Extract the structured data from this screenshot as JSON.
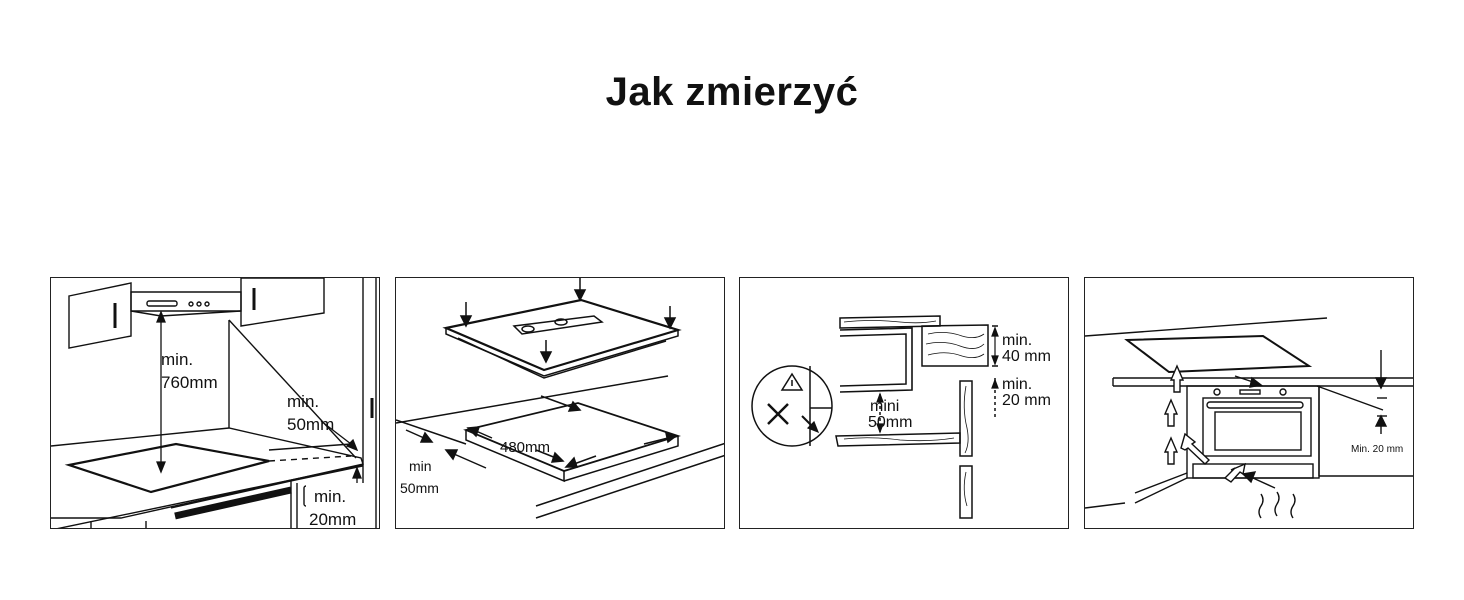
{
  "title": "Jak zmierzyć",
  "panels": [
    {
      "labels": {
        "hood_min": "min.",
        "hood_value": "760mm",
        "side_min": "min.",
        "side_value": "50mm",
        "bottom_min": "min.",
        "bottom_value": "20mm"
      }
    },
    {
      "labels": {
        "cutout_value": "480mm",
        "edge_min": "min",
        "edge_value": "50mm"
      }
    },
    {
      "labels": {
        "top_min": "min.",
        "top_value": "40 mm",
        "mid_min": "min.",
        "mid_value": "20 mm",
        "gap_min": "mini",
        "gap_value": "50mm"
      }
    },
    {
      "labels": {
        "gap_label": "Min. 20 mm"
      }
    }
  ]
}
